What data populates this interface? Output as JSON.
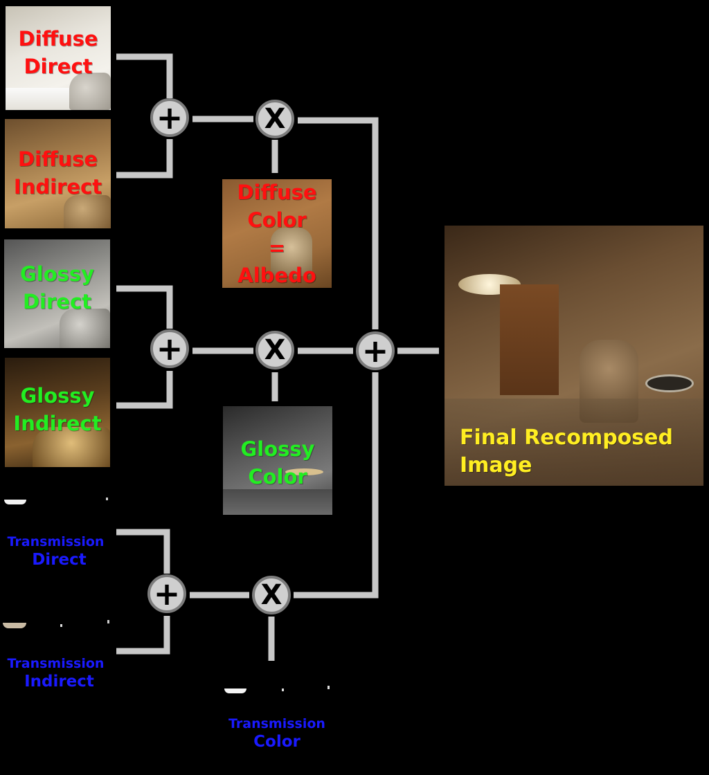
{
  "colors": {
    "diffuse": "#ff1010",
    "glossy": "#22ee22",
    "transmission": "#1a1aff",
    "final": "#ffee22",
    "wire": "#c8c8c8",
    "node_fill": "#cfcfcf",
    "node_border": "#7c7c7c"
  },
  "ops": {
    "add": "+",
    "multiply": "X"
  },
  "inputs": {
    "diffuse_direct": [
      "Diffuse",
      "Direct"
    ],
    "diffuse_indirect": [
      "Diffuse",
      "Indirect"
    ],
    "glossy_direct": [
      "Glossy",
      "Direct"
    ],
    "glossy_indirect": [
      "Glossy",
      "Indirect"
    ],
    "transmission_direct": [
      "Transmission",
      "Direct"
    ],
    "transmission_indirect": [
      "Transmission",
      "Indirect"
    ]
  },
  "colors_inputs": {
    "diffuse_color": [
      "Diffuse",
      "Color",
      "=",
      "Albedo"
    ],
    "glossy_color": [
      "Glossy",
      "Color"
    ],
    "transmission_color": [
      "Transmission",
      "Color"
    ]
  },
  "output": [
    "Final Recomposed",
    "Image"
  ]
}
